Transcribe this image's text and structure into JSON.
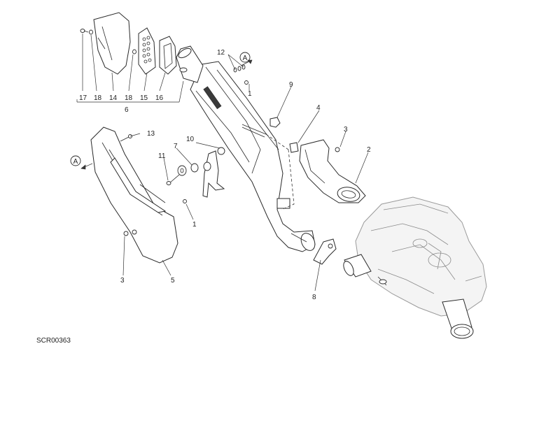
{
  "diagram_code": "SCR00363",
  "view_marker": "A",
  "callouts": {
    "c1a": "1",
    "c1b": "1",
    "c2": "2",
    "c3a": "3",
    "c3b": "3",
    "c4": "4",
    "c5": "5",
    "c6": "6",
    "c7": "7",
    "c8": "8",
    "c9": "9",
    "c10": "10",
    "c11": "11",
    "c12": "12",
    "c13": "13",
    "c14": "14",
    "c15": "15",
    "c16": "16",
    "c17": "17",
    "c18a": "18",
    "c18b": "18"
  },
  "colors": {
    "line": "#2a2a2a",
    "engine_fill": "#f4f4f4",
    "background": "#ffffff"
  }
}
